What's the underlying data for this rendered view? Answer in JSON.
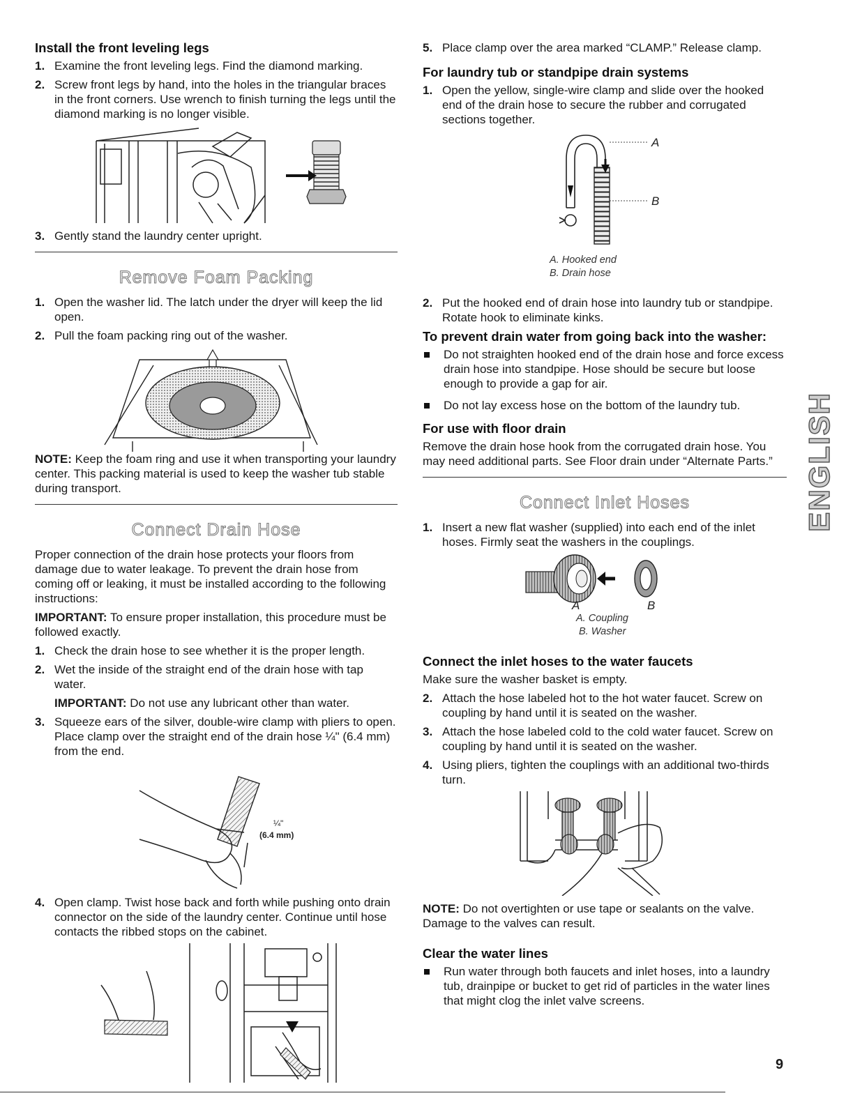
{
  "left": {
    "legs": {
      "heading": "Install the front leveling legs",
      "steps": [
        {
          "num": "1.",
          "text": "Examine the front leveling legs. Find the diamond marking."
        },
        {
          "num": "2.",
          "text": "Screw front legs by hand, into the holes in the triangular braces in the front corners. Use wrench to finish turning the legs until the diamond marking is no longer visible."
        },
        {
          "num": "3.",
          "text": "Gently stand the laundry center upright."
        }
      ]
    },
    "foam": {
      "title": "Remove Foam Packing",
      "steps": [
        {
          "num": "1.",
          "text": "Open the washer lid. The latch under the dryer will keep the lid open."
        },
        {
          "num": "2.",
          "text": "Pull the foam packing ring out of the washer."
        }
      ],
      "note_label": "NOTE:",
      "note_text": " Keep the foam ring and use it when transporting your laundry center. This packing material is used to keep the washer tub stable during transport."
    },
    "drain": {
      "title": "Connect Drain Hose",
      "intro": "Proper connection of the drain hose protects your floors from damage due to water leakage. To prevent the drain hose from coming off or leaking, it must be installed according to the following instructions:",
      "important_label": "IMPORTANT:",
      "important_text": " To ensure proper installation, this procedure must be followed exactly.",
      "steps": [
        {
          "num": "1.",
          "text": "Check the drain hose to see whether it is the proper length."
        },
        {
          "num": "2.",
          "text": "Wet the inside of the straight end of the drain hose with tap water."
        }
      ],
      "important2_label": "IMPORTANT:",
      "important2_text": " Do not use any lubricant other than water.",
      "step3": {
        "num": "3.",
        "text": "Squeeze ears of the silver, double-wire clamp with pliers to open. Place clamp over the straight end of the drain hose ¼\" (6.4 mm) from the end."
      },
      "fig_label_frac": "¼\"",
      "fig_label_mm": "(6.4 mm)",
      "step4": {
        "num": "4.",
        "text": "Open clamp. Twist hose back and forth while pushing onto drain connector on the side of the laundry center. Continue until hose contacts the ribbed stops on the cabinet."
      }
    }
  },
  "right": {
    "step5": {
      "num": "5.",
      "text": "Place clamp over the area marked “CLAMP.” Release clamp."
    },
    "tub": {
      "heading": "For laundry tub or standpipe drain systems",
      "step1": {
        "num": "1.",
        "text": "Open the yellow, single-wire clamp and slide over the hooked end of the drain hose to secure the rubber and corrugated sections together."
      },
      "fig_letter_a": "A",
      "fig_letter_b": "B",
      "caption_a": "A. Hooked end",
      "caption_b": "B. Drain hose",
      "step2": {
        "num": "2.",
        "text": "Put the hooked end of drain hose into laundry tub or standpipe. Rotate hook to eliminate kinks."
      }
    },
    "prevent": {
      "heading": "To prevent drain water from going back into the washer:",
      "bullets": [
        "Do not straighten hooked end of the drain hose and force excess drain hose into standpipe. Hose should be secure but loose enough to provide a gap for air.",
        "Do not lay excess hose on the bottom of the laundry tub."
      ]
    },
    "floor": {
      "heading": "For use with floor drain",
      "text": "Remove the drain hose hook from the corrugated drain hose. You may need additional parts. See Floor drain under “Alternate Parts.”"
    },
    "inlet": {
      "title": "Connect Inlet Hoses",
      "step1": {
        "num": "1.",
        "text": "Insert a new flat washer (supplied) into each end of the inlet hoses. Firmly seat the washers in the couplings."
      },
      "fig_letter_a": "A",
      "fig_letter_b": "B",
      "caption_a": "A. Coupling",
      "caption_b": "B. Washer"
    },
    "faucets": {
      "heading": "Connect the inlet hoses to the water faucets",
      "intro": "Make sure the washer basket is empty.",
      "steps": [
        {
          "num": "2.",
          "text": "Attach the hose labeled hot to the hot water faucet. Screw on coupling by hand until it is seated on the washer."
        },
        {
          "num": "3.",
          "text": "Attach the hose labeled cold to the cold water faucet. Screw on coupling by hand until it is seated on the washer."
        },
        {
          "num": "4.",
          "text": "Using pliers, tighten the couplings with an additional two-thirds turn."
        }
      ],
      "note_label": "NOTE:",
      "note_text": " Do not overtighten or use tape or sealants on the valve. Damage to the valves can result."
    },
    "clear": {
      "heading": "Clear the water lines",
      "bullet": "Run water through both faucets and inlet hoses, into a laundry tub, drainpipe or bucket to get rid of particles in the water lines that might clog the inlet valve screens."
    }
  },
  "side_tab": "ENGLISH",
  "page_number": "9"
}
